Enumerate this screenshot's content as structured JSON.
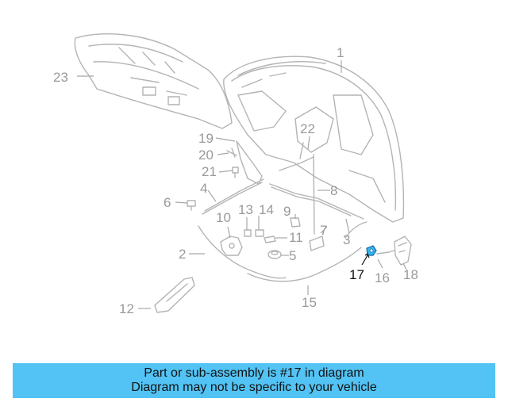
{
  "diagram": {
    "callouts": [
      "1",
      "2",
      "3",
      "4",
      "5",
      "6",
      "7",
      "8",
      "9",
      "10",
      "11",
      "12",
      "13",
      "14",
      "15",
      "16",
      "17",
      "18",
      "19",
      "20",
      "21",
      "22",
      "23"
    ],
    "highlighted_part": "17",
    "highlight_color": "#35b7f0"
  },
  "banner": {
    "line1": "Part or sub-assembly is #17 in diagram",
    "line2": "Diagram may not be specific to your vehicle",
    "background": "#52c3f4"
  }
}
